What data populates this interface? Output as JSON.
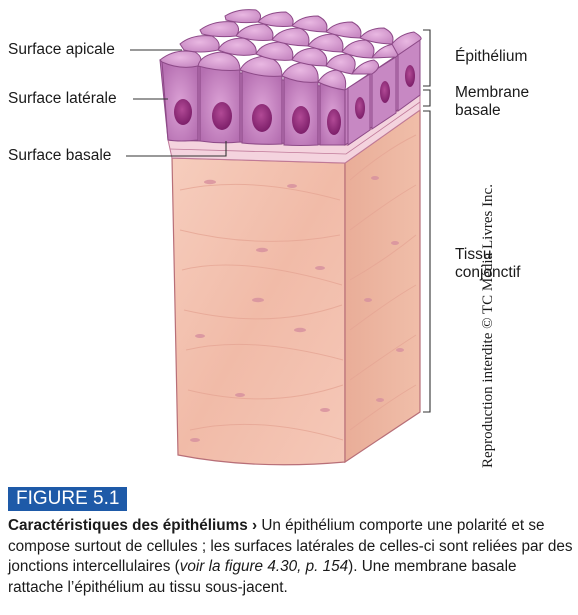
{
  "labels": {
    "apical": "Surface apicale",
    "lateral": "Surface latérale",
    "basal": "Surface basale",
    "epithelium": "Épithélium",
    "membrane_line1": "Membrane",
    "membrane_line2": "basale",
    "tissu_line1": "Tissu",
    "tissu_line2": "conjonctif"
  },
  "copyright": "Reproduction interdite © TC Média Livres Inc.",
  "figure_badge": "FIGURE 5.1",
  "caption": {
    "title": "Caractéristiques des épithéliums",
    "arrow": "›",
    "text_before_ref": "Un épithélium comporte une polarité et se compose surtout de cellules ; les surfaces latérales de celles-ci sont reliées par des jonctions intercellulaires (",
    "ref": "voir la figure 4.30, p. 154",
    "text_after_ref": "). Une membrane basale rattache l’épithélium au tissu sous-jacent."
  },
  "colors": {
    "badge": "#1e5aa8",
    "connective": "#f2c4b4",
    "epithelial": "#c27bbf",
    "nucleus": "#9c2d82"
  }
}
